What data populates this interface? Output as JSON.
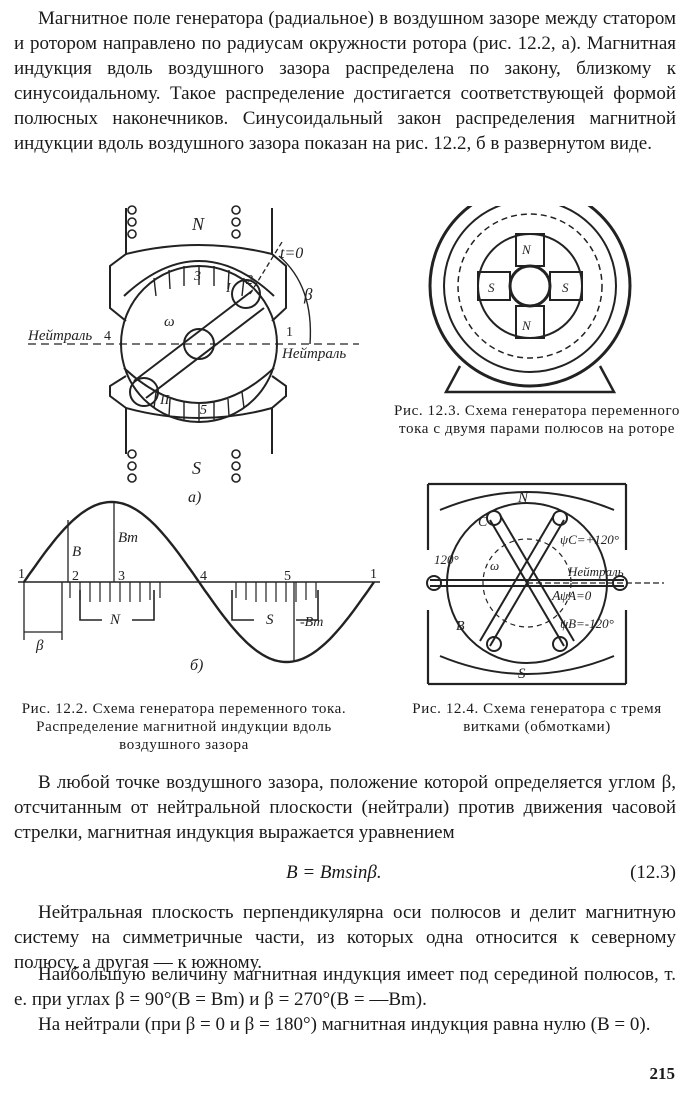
{
  "text": {
    "p1": "Магнитное поле генератора (радиальное) в воздушном зазоре между статором и ротором направлено по радиусам окружности ротора (рис. 12.2, а). Магнитная индукция вдоль воздушного зазора распределена по закону, близкому к синусоидальному. Такое распределение достигается соответствующей формой полюсных наконечников. Синусоидальный закон распределения магнитной индукции вдоль воздушного зазора показан на рис. 12.2, б в развернутом виде.",
    "p2": "В любой точке воздушного зазора, положение которой определяется углом β, отсчитанным от нейтральной плоскости (нейтрали) против движения часовой стрелки, магнитная индукция выражается уравнением",
    "formula": "B = Bmsinβ.",
    "formula_number": "(12.3)",
    "p3": "Нейтральная плоскость перпендикулярна оси полюсов и делит магнитную систему на симметричные части, из которых одна относится к северному полюсу, а другая — к южному.",
    "p4": "Наибольшую величину магнитная индукция имеет под серединой полюсов, т. е. при углах β = 90°(B = Bm) и β = 270°(B = —Bm).",
    "p5": "На нейтрали (при β = 0 и β = 180°) магнитная индукция равна нулю (B = 0).",
    "page_number": "215"
  },
  "figures": {
    "fig12_2": {
      "caption": "Рис. 12.2. Схема генератора переменного тока. Распределение магнитной индукции вдоль воздушного зазора",
      "label_a": "а)",
      "label_b": "б)",
      "labels": {
        "N": "N",
        "S": "S",
        "t0": "t=0",
        "beta": "β",
        "omega": "ω",
        "neutral_left": "Нейтраль",
        "neutral_right": "Нейтраль",
        "n1": "1",
        "n2": "2",
        "n3": "3",
        "n4": "4",
        "n5": "5",
        "coil1": "I",
        "coil2": "II",
        "B": "B",
        "Bm": "Bm",
        "minusBm": "-Bm"
      }
    },
    "fig12_3": {
      "caption": "Рис. 12.3. Схема генератора переменного тока с двумя парами полюсов на роторе",
      "labels": {
        "N": "N",
        "S": "S"
      }
    },
    "fig12_4": {
      "caption": "Рис. 12.4. Схема генератора с тремя витками (обмотками)",
      "labels": {
        "N": "N",
        "S": "S",
        "A": "A",
        "B": "B",
        "C": "C",
        "angle": "120°",
        "omega": "ω",
        "neutral": "Нейтраль",
        "psiC": "ψC=+120°",
        "psiA": "ψA=0",
        "psiB": "ψB=-120°"
      }
    }
  }
}
